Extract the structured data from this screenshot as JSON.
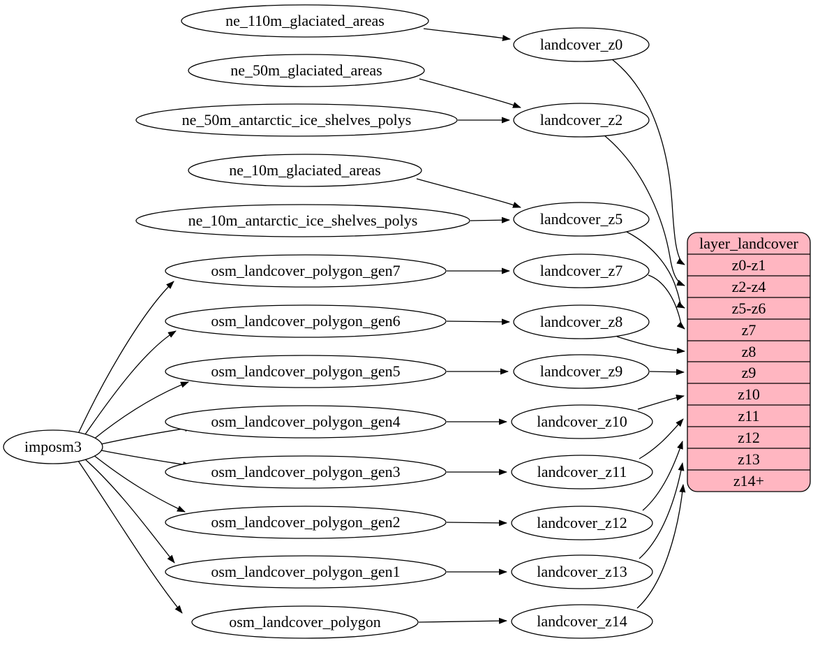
{
  "diagram_type": "graphviz-dependency-graph",
  "nodes": {
    "imposm3": "imposm3",
    "ne_110m_glaciated_areas": "ne_110m_glaciated_areas",
    "ne_50m_glaciated_areas": "ne_50m_glaciated_areas",
    "ne_50m_antarctic_ice_shelves_polys": "ne_50m_antarctic_ice_shelves_polys",
    "ne_10m_glaciated_areas": "ne_10m_glaciated_areas",
    "ne_10m_antarctic_ice_shelves_polys": "ne_10m_antarctic_ice_shelves_polys",
    "osm_landcover_polygon_gen7": "osm_landcover_polygon_gen7",
    "osm_landcover_polygon_gen6": "osm_landcover_polygon_gen6",
    "osm_landcover_polygon_gen5": "osm_landcover_polygon_gen5",
    "osm_landcover_polygon_gen4": "osm_landcover_polygon_gen4",
    "osm_landcover_polygon_gen3": "osm_landcover_polygon_gen3",
    "osm_landcover_polygon_gen2": "osm_landcover_polygon_gen2",
    "osm_landcover_polygon_gen1": "osm_landcover_polygon_gen1",
    "osm_landcover_polygon": "osm_landcover_polygon",
    "landcover_z0": "landcover_z0",
    "landcover_z2": "landcover_z2",
    "landcover_z5": "landcover_z5",
    "landcover_z7": "landcover_z7",
    "landcover_z8": "landcover_z8",
    "landcover_z9": "landcover_z9",
    "landcover_z10": "landcover_z10",
    "landcover_z11": "landcover_z11",
    "landcover_z12": "landcover_z12",
    "landcover_z13": "landcover_z13",
    "landcover_z14": "landcover_z14"
  },
  "table": {
    "title": "layer_landcover",
    "rows": [
      "z0-z1",
      "z2-z4",
      "z5-z6",
      "z7",
      "z8",
      "z9",
      "z10",
      "z11",
      "z12",
      "z13",
      "z14+"
    ]
  },
  "edges": [
    {
      "from": "ne_110m_glaciated_areas",
      "to": "landcover_z0"
    },
    {
      "from": "ne_50m_glaciated_areas",
      "to": "landcover_z2"
    },
    {
      "from": "ne_50m_antarctic_ice_shelves_polys",
      "to": "landcover_z2"
    },
    {
      "from": "ne_10m_glaciated_areas",
      "to": "landcover_z5"
    },
    {
      "from": "ne_10m_antarctic_ice_shelves_polys",
      "to": "landcover_z5"
    },
    {
      "from": "osm_landcover_polygon_gen7",
      "to": "landcover_z7"
    },
    {
      "from": "osm_landcover_polygon_gen6",
      "to": "landcover_z8"
    },
    {
      "from": "osm_landcover_polygon_gen5",
      "to": "landcover_z9"
    },
    {
      "from": "osm_landcover_polygon_gen4",
      "to": "landcover_z10"
    },
    {
      "from": "osm_landcover_polygon_gen3",
      "to": "landcover_z11"
    },
    {
      "from": "osm_landcover_polygon_gen2",
      "to": "landcover_z12"
    },
    {
      "from": "osm_landcover_polygon_gen1",
      "to": "landcover_z13"
    },
    {
      "from": "osm_landcover_polygon",
      "to": "landcover_z14"
    },
    {
      "from": "imposm3",
      "to": "osm_landcover_polygon_gen7"
    },
    {
      "from": "imposm3",
      "to": "osm_landcover_polygon_gen6"
    },
    {
      "from": "imposm3",
      "to": "osm_landcover_polygon_gen5"
    },
    {
      "from": "imposm3",
      "to": "osm_landcover_polygon_gen4"
    },
    {
      "from": "imposm3",
      "to": "osm_landcover_polygon_gen3"
    },
    {
      "from": "imposm3",
      "to": "osm_landcover_polygon_gen2"
    },
    {
      "from": "imposm3",
      "to": "osm_landcover_polygon_gen1"
    },
    {
      "from": "imposm3",
      "to": "osm_landcover_polygon"
    },
    {
      "from": "landcover_z0",
      "to": "layer_landcover.z0-z1"
    },
    {
      "from": "landcover_z2",
      "to": "layer_landcover.z2-z4"
    },
    {
      "from": "landcover_z5",
      "to": "layer_landcover.z5-z6"
    },
    {
      "from": "landcover_z7",
      "to": "layer_landcover.z7"
    },
    {
      "from": "landcover_z8",
      "to": "layer_landcover.z8"
    },
    {
      "from": "landcover_z9",
      "to": "layer_landcover.z9"
    },
    {
      "from": "landcover_z10",
      "to": "layer_landcover.z10"
    },
    {
      "from": "landcover_z11",
      "to": "layer_landcover.z11"
    },
    {
      "from": "landcover_z12",
      "to": "layer_landcover.z12"
    },
    {
      "from": "landcover_z13",
      "to": "layer_landcover.z13"
    },
    {
      "from": "landcover_z14",
      "to": "layer_landcover.z14+"
    }
  ],
  "colors": {
    "table_fill": "#ffb6c1",
    "node_fill": "#ffffff",
    "stroke": "#000000",
    "text": "#000000"
  }
}
